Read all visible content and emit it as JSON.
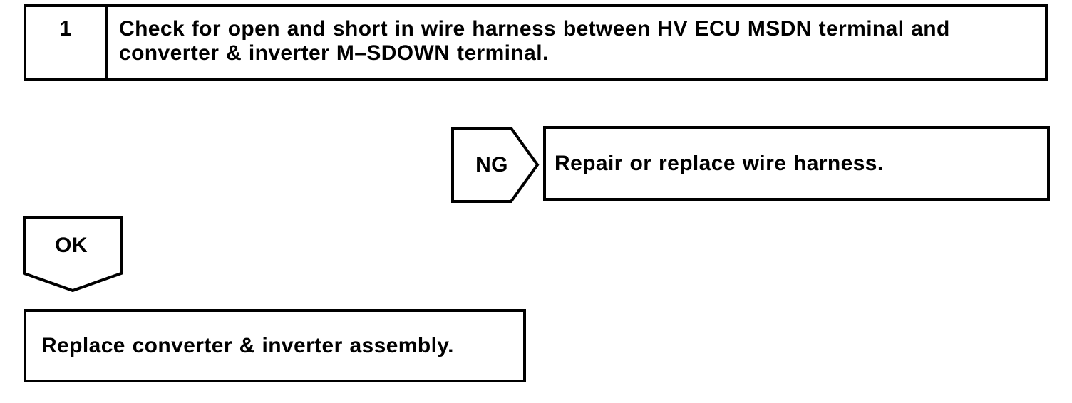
{
  "page": {
    "background_color": "#ffffff",
    "line_color": "#000000"
  },
  "flowchart": {
    "step_box": {
      "number": "1",
      "instruction_lines": [
        "Check for open and short in wire harness between HV ECU MSDN terminal and",
        "converter & inverter M–SDOWN terminal."
      ]
    },
    "ng_branch": {
      "connector_label": "NG",
      "action": "Repair or replace wire harness."
    },
    "ok_branch": {
      "connector_label": "OK",
      "action": "Replace converter & inverter assembly."
    }
  }
}
